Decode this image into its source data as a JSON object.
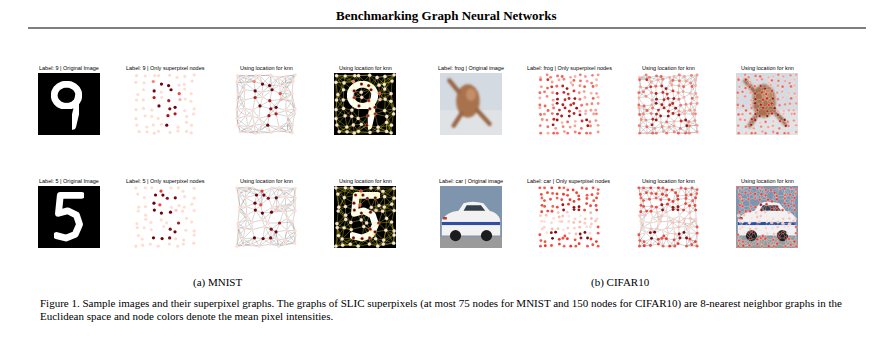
{
  "diagram": {
    "title": "Benchmarking Graph Neural Networks",
    "caption": "Figure 1. Sample images and their superpixel graphs. The graphs of SLIC superpixels (at most 75 nodes for MNIST and 150 nodes for CIFAR10) are 8-nearest neighbor graphs in the Euclidean space and node colors denote the mean pixel intensities.",
    "labels": [
      "Label: 9 | Original Image",
      "Label: 9 | Only superpixel nodes",
      "Using location for knn",
      "Using location for knn",
      "Label: frog | Original image",
      "Label: frog | Only superpixel nodes",
      "Using location for knn",
      "Using location for knn",
      "Label: 5 | Original Image",
      "Label: 5 | Only superpixel nodes",
      "Using location for knn",
      "Using location for knn",
      "Label: car | Original image",
      "Label: car | Only superpixel nodes",
      "Using location for knn",
      "Using location for knn",
      "(a) MNIST",
      "(b) CIFAR10"
    ]
  }
}
